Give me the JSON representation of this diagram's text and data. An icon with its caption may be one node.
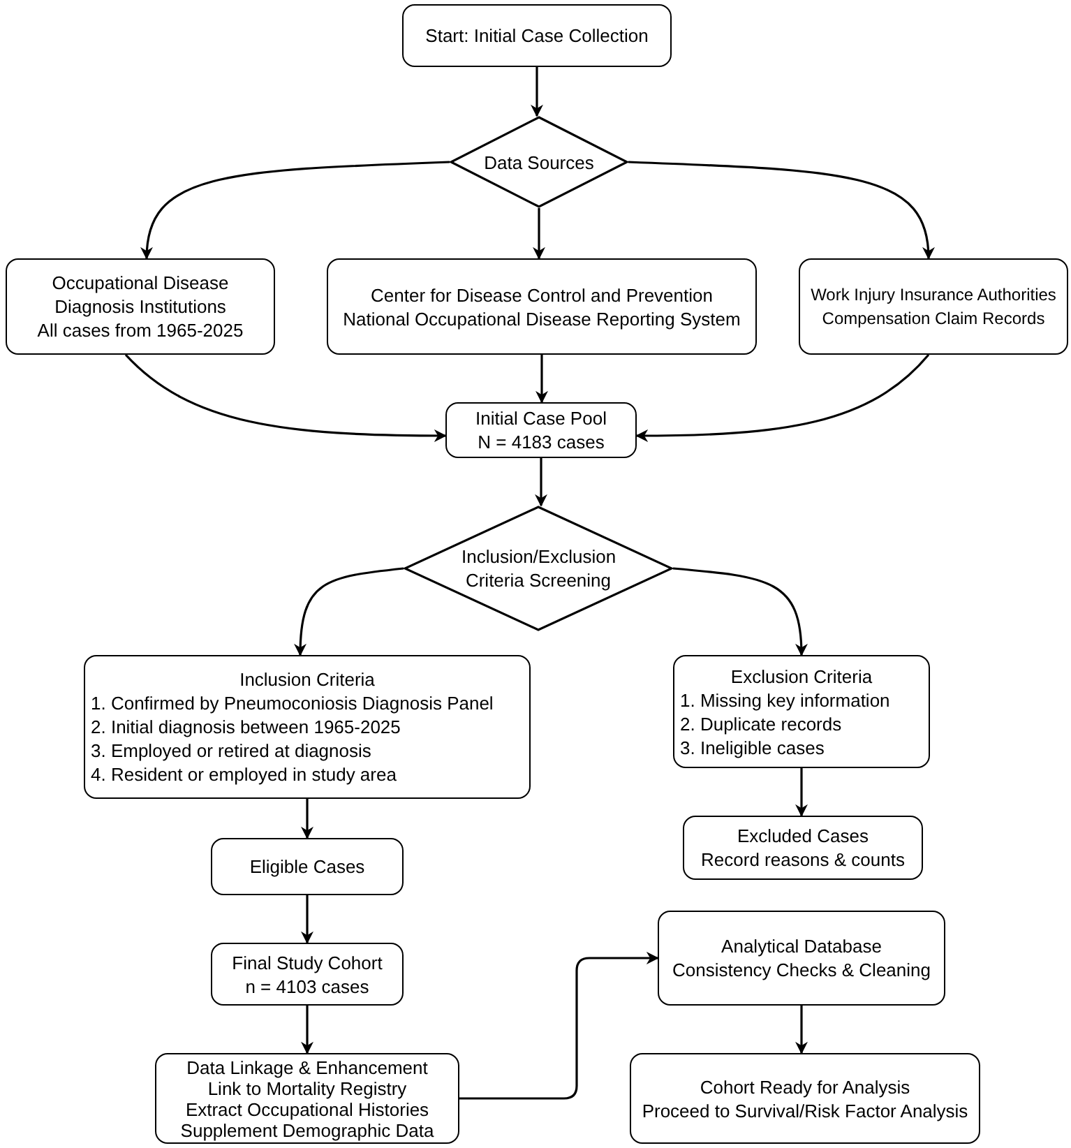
{
  "diagram": {
    "nodes": [
      {
        "text": [
          "Start: Initial Case Collection"
        ]
      },
      {
        "text": [
          "Data Sources"
        ]
      },
      {
        "text": [
          "Occupational Disease Diagnosis Institutions",
          "All cases from 1965-2025"
        ]
      },
      {
        "text": [
          "Center for Disease Control and Prevention",
          "National Occupational Disease Reporting System"
        ]
      },
      {
        "text": [
          "Work Injury Insurance Authorities",
          "Compensation Claim Records"
        ]
      },
      {
        "text": [
          "Initial Case Pool",
          "N = 4183 cases"
        ]
      },
      {
        "text": [
          "Inclusion/Exclusion Criteria Screening"
        ]
      },
      {
        "text": [
          "Inclusion Criteria",
          "1. Confirmed by Pneumoconiosis Diagnosis Panel",
          "2. Initial diagnosis between 1965-2025",
          "3. Employed or retired at diagnosis",
          "4. Resident or employed in study area"
        ]
      },
      {
        "text": [
          "Exclusion Criteria",
          "1. Missing key information",
          "2. Duplicate records",
          "3. Ineligible cases"
        ]
      },
      {
        "text": [
          "Excluded Cases",
          "Record reasons & counts"
        ]
      },
      {
        "text": [
          "Eligible Cases"
        ]
      },
      {
        "text": [
          "Final Study Cohort",
          "n = 4103 cases"
        ]
      },
      {
        "text": [
          "Data Linkage & Enhancement",
          "Link to Mortality Registry",
          "Extract Occupational Histories",
          "Supplement Demographic Data"
        ]
      },
      {
        "text": [
          "Analytical Database",
          "Consistency Checks & Cleaning"
        ]
      },
      {
        "text": [
          "Cohort Ready for Analysis",
          "Proceed to Survival/Risk Factor Analysis"
        ]
      }
    ],
    "edges": [
      {
        "from": 0,
        "to": 1,
        "arrow": "to"
      },
      {
        "from": 1,
        "to": 2,
        "arrow": "to"
      },
      {
        "from": 1,
        "to": 3,
        "arrow": "to"
      },
      {
        "from": 1,
        "to": 4,
        "arrow": "to"
      },
      {
        "from": 2,
        "to": 5,
        "arrow": "to"
      },
      {
        "from": 3,
        "to": 5,
        "arrow": "to"
      },
      {
        "from": 4,
        "to": 5,
        "arrow": "to"
      },
      {
        "from": 5,
        "to": 6,
        "arrow": "to"
      },
      {
        "from": 6,
        "to": 7,
        "arrow": "to"
      },
      {
        "from": 6,
        "to": 8,
        "arrow": "to"
      },
      {
        "from": 7,
        "to": 10,
        "arrow": "to"
      },
      {
        "from": 8,
        "to": 9,
        "arrow": "to"
      },
      {
        "from": 10,
        "to": 11,
        "arrow": "to"
      },
      {
        "from": 11,
        "to": 12,
        "arrow": "to"
      },
      {
        "from": 12,
        "to": 13,
        "arrow": "to"
      },
      {
        "from": 13,
        "to": 14,
        "arrow": "to"
      }
    ]
  }
}
